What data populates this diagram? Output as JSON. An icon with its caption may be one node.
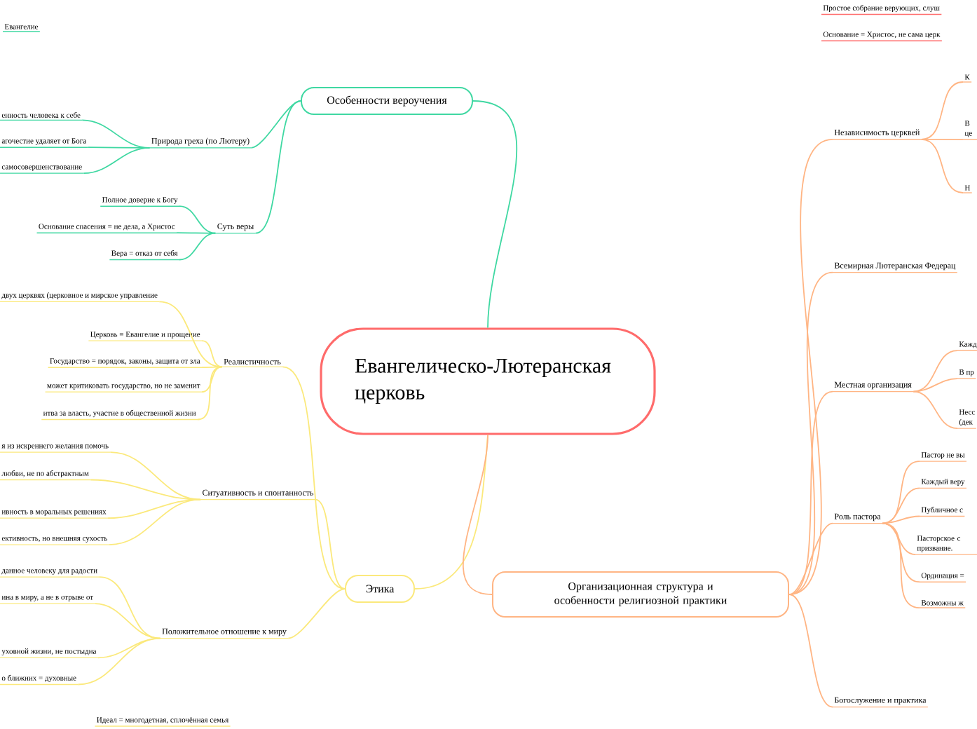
{
  "diagram": {
    "nodes": [
      {
        "text": [
          "Евангелическо-Лютеранская церковь"
        ]
      },
      {
        "text": [
          "Особенности вероучения"
        ]
      },
      {
        "text": [
          "Природа греха (по Лютеру)"
        ]
      },
      {
        "text": [
          "Суть веры"
        ]
      },
      {
        "text": [
          "Евангелие"
        ]
      },
      {
        "text": [
          "енность человека к себе"
        ]
      },
      {
        "text": [
          "агочестие удаляет от Бога"
        ]
      },
      {
        "text": [
          "самосовершенствование"
        ]
      },
      {
        "text": [
          "Полное доверие к Богу"
        ]
      },
      {
        "text": [
          "Основание спасения = не дела, а Христос"
        ]
      },
      {
        "text": [
          "Вера = отказ от себя"
        ]
      },
      {
        "text": [
          "Этика"
        ]
      },
      {
        "text": [
          "Реалистичность"
        ]
      },
      {
        "text": [
          "двух церквях (церковное и мирское управление"
        ]
      },
      {
        "text": [
          "Церковь = Евангелие и прощение"
        ]
      },
      {
        "text": [
          "Государство = порядок, законы, защита от зла"
        ]
      },
      {
        "text": [
          "может критиковать государство, но  не заменит"
        ]
      },
      {
        "text": [
          "итва за власть, участие в общественной жизни"
        ]
      },
      {
        "text": [
          "Ситуативность и спонтанность"
        ]
      },
      {
        "text": [
          "я из искреннего желания помочь"
        ]
      },
      {
        "text": [
          "любви, не по абстрактным"
        ]
      },
      {
        "text": [
          "ивность в моральных решениях"
        ]
      },
      {
        "text": [
          "ективность, но внешняя сухость"
        ]
      },
      {
        "text": [
          "Положительное отношение к миру"
        ]
      },
      {
        "text": [
          "данное человеку для радости"
        ]
      },
      {
        "text": [
          "ина в миру, а не в отрыве от"
        ]
      },
      {
        "text": [
          "уховной жизни, не постыдна"
        ]
      },
      {
        "text": [
          "о ближних = духовные"
        ]
      },
      {
        "text": [
          "Идеал = многодетная, сплочённая семья"
        ]
      },
      {
        "text": [
          "Организационная структура и особенности религиозной практики"
        ]
      },
      {
        "text": [
          "Независимость церквей"
        ]
      },
      {
        "text": [
          "К"
        ]
      },
      {
        "text": [
          "В це"
        ]
      },
      {
        "text": [
          "Н"
        ]
      },
      {
        "text": [
          "Всемирная Лютеранская Федерац"
        ]
      },
      {
        "text": [
          "Местная организация"
        ]
      },
      {
        "text": [
          "Кажд"
        ]
      },
      {
        "text": [
          "В пр"
        ]
      },
      {
        "text": [
          "Несс (дек"
        ]
      },
      {
        "text": [
          "Роль пастора"
        ]
      },
      {
        "text": [
          "Пастор не вы"
        ]
      },
      {
        "text": [
          "Каждый веру"
        ]
      },
      {
        "text": [
          "Публичное с"
        ]
      },
      {
        "text": [
          "Пасторское с призвание."
        ]
      },
      {
        "text": [
          "Ординация ="
        ]
      },
      {
        "text": [
          "Возможны ж"
        ]
      },
      {
        "text": [
          "Богослужение и практика"
        ]
      },
      {
        "text": [
          "Простое собрание верующих, слуш"
        ]
      },
      {
        "text": [
          "Основание = Христос, не сама церк"
        ]
      }
    ],
    "edges": [
      {
        "from": 0,
        "to": 1,
        "arrow": "none",
        "color": "#3fd8a2"
      },
      {
        "from": 0,
        "to": 11,
        "arrow": "none",
        "color": "#fbe97c"
      },
      {
        "from": 0,
        "to": 29,
        "arrow": "none",
        "color": "#ffb584"
      },
      {
        "from": 1,
        "to": 2,
        "arrow": "none",
        "color": "#3fd8a2"
      },
      {
        "from": 1,
        "to": 3,
        "arrow": "none",
        "color": "#3fd8a2"
      },
      {
        "from": 2,
        "to": 5,
        "arrow": "none",
        "color": "#3fd8a2"
      },
      {
        "from": 2,
        "to": 6,
        "arrow": "none",
        "color": "#3fd8a2"
      },
      {
        "from": 2,
        "to": 7,
        "arrow": "none",
        "color": "#3fd8a2"
      },
      {
        "from": 3,
        "to": 8,
        "arrow": "none",
        "color": "#3fd8a2"
      },
      {
        "from": 3,
        "to": 9,
        "arrow": "none",
        "color": "#3fd8a2"
      },
      {
        "from": 3,
        "to": 10,
        "arrow": "none",
        "color": "#3fd8a2"
      },
      {
        "from": 11,
        "to": 12,
        "arrow": "none",
        "color": "#fbe97c"
      },
      {
        "from": 11,
        "to": 18,
        "arrow": "none",
        "color": "#fbe97c"
      },
      {
        "from": 11,
        "to": 23,
        "arrow": "none",
        "color": "#fbe97c"
      },
      {
        "from": 12,
        "to": 13,
        "arrow": "none",
        "color": "#fbe97c"
      },
      {
        "from": 12,
        "to": 14,
        "arrow": "none",
        "color": "#fbe97c"
      },
      {
        "from": 12,
        "to": 15,
        "arrow": "none",
        "color": "#fbe97c"
      },
      {
        "from": 12,
        "to": 16,
        "arrow": "none",
        "color": "#fbe97c"
      },
      {
        "from": 12,
        "to": 17,
        "arrow": "none",
        "color": "#fbe97c"
      },
      {
        "from": 18,
        "to": 19,
        "arrow": "none",
        "color": "#fbe97c"
      },
      {
        "from": 18,
        "to": 20,
        "arrow": "none",
        "color": "#fbe97c"
      },
      {
        "from": 18,
        "to": 21,
        "arrow": "none",
        "color": "#fbe97c"
      },
      {
        "from": 18,
        "to": 22,
        "arrow": "none",
        "color": "#fbe97c"
      },
      {
        "from": 23,
        "to": 24,
        "arrow": "none",
        "color": "#fbe97c"
      },
      {
        "from": 23,
        "to": 25,
        "arrow": "none",
        "color": "#fbe97c"
      },
      {
        "from": 23,
        "to": 26,
        "arrow": "none",
        "color": "#fbe97c"
      },
      {
        "from": 23,
        "to": 27,
        "arrow": "none",
        "color": "#fbe97c"
      },
      {
        "from": 29,
        "to": 30,
        "arrow": "none",
        "color": "#ffb584"
      },
      {
        "from": 29,
        "to": 34,
        "arrow": "none",
        "color": "#ffb584"
      },
      {
        "from": 29,
        "to": 35,
        "arrow": "none",
        "color": "#ffb584"
      },
      {
        "from": 29,
        "to": 39,
        "arrow": "none",
        "color": "#ffb584"
      },
      {
        "from": 29,
        "to": 46,
        "arrow": "none",
        "color": "#ffb584"
      },
      {
        "from": 30,
        "to": 31,
        "arrow": "none",
        "color": "#ffb584"
      },
      {
        "from": 30,
        "to": 32,
        "arrow": "none",
        "color": "#ffb584"
      },
      {
        "from": 30,
        "to": 33,
        "arrow": "none",
        "color": "#ffb584"
      },
      {
        "from": 35,
        "to": 36,
        "arrow": "none",
        "color": "#ffb584"
      },
      {
        "from": 35,
        "to": 37,
        "arrow": "none",
        "color": "#ffb584"
      },
      {
        "from": 35,
        "to": 38,
        "arrow": "none",
        "color": "#ffb584"
      },
      {
        "from": 39,
        "to": 40,
        "arrow": "none",
        "color": "#ffb584"
      },
      {
        "from": 39,
        "to": 41,
        "arrow": "none",
        "color": "#ffb584"
      },
      {
        "from": 39,
        "to": 42,
        "arrow": "none",
        "color": "#ffb584"
      },
      {
        "from": 39,
        "to": 43,
        "arrow": "none",
        "color": "#ffb584"
      },
      {
        "from": 39,
        "to": 44,
        "arrow": "none",
        "color": "#ffb584"
      },
      {
        "from": 39,
        "to": 45,
        "arrow": "none",
        "color": "#ffb584"
      }
    ]
  }
}
